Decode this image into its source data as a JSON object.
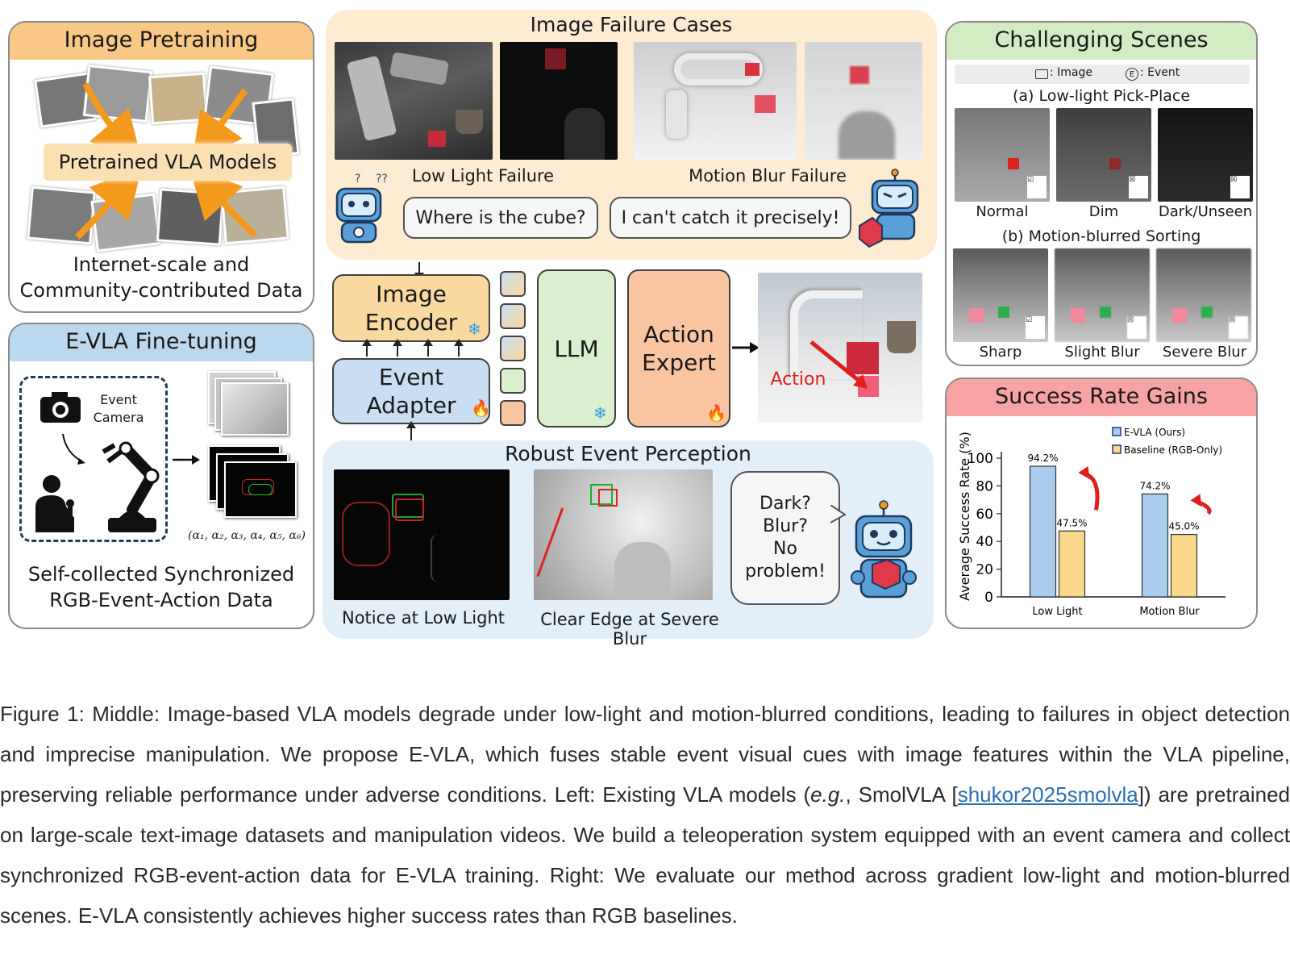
{
  "panels": {
    "image_pretraining": {
      "header": "Image Pretraining",
      "center_label": "Pretrained VLA Models",
      "footer": [
        "Internet-scale and",
        "Community-contributed Data"
      ]
    },
    "fine_tuning": {
      "header": "E-VLA Fine-tuning",
      "camera_label": [
        "Event",
        "Camera"
      ],
      "actions": "(α₁, α₂, α₃, α₄, α₅, α₆)",
      "footer": [
        "Self-collected Synchronized",
        "RGB-Event-Action Data"
      ]
    },
    "failure_cases": {
      "header": "Image Failure Cases",
      "low_light_label": "Low Light Failure",
      "motion_blur_label": "Motion Blur Failure",
      "bubble_left": "Where is the cube?",
      "bubble_right": "I can't catch it precisely!"
    },
    "pipeline": {
      "image_encoder": [
        "Image",
        "Encoder"
      ],
      "event_adapter": [
        "Event",
        "Adapter"
      ],
      "llm": "LLM",
      "action_expert": [
        "Action",
        "Expert"
      ],
      "action_label": "Action"
    },
    "robust_perception": {
      "header": "Robust Event Perception",
      "label_left": "Notice at Low Light",
      "label_right": "Clear Edge at Severe Blur",
      "bubble": [
        "Dark?",
        "Blur?",
        "No",
        "problem!"
      ]
    },
    "challenging_scenes": {
      "header": "Challenging Scenes",
      "legend_image": ": Image",
      "legend_event": ": Event",
      "section_a": "(a) Low-light Pick-Place",
      "a_labels": [
        "Normal",
        "Dim",
        "Dark/Unseen"
      ],
      "section_b": "(b) Motion-blurred Sorting",
      "b_labels": [
        "Sharp",
        "Slight Blur",
        "Severe Blur"
      ]
    },
    "success_rate": {
      "header": "Success Rate Gains"
    }
  },
  "chart_data": {
    "type": "bar",
    "title": "Success Rate Gains",
    "categories": [
      "Low Light",
      "Motion Blur"
    ],
    "series": [
      {
        "name": "E-VLA (Ours)",
        "values": [
          94.2,
          74.2
        ],
        "color": "#a9cdee"
      },
      {
        "name": "Baseline (RGB-Only)",
        "values": [
          47.5,
          45.0
        ],
        "color": "#fbd78c"
      }
    ],
    "data_labels": [
      [
        "94.2%",
        "74.2%"
      ],
      [
        "47.5%",
        "45.0%"
      ]
    ],
    "ylabel": "Average Success Rate (%)",
    "xlabel": "",
    "ylim": [
      0,
      100
    ],
    "yticks": [
      0,
      20,
      40,
      60,
      80,
      100
    ],
    "legend": "top-right",
    "grid": false
  },
  "caption": {
    "text_1": "Figure 1:  Middle: Image-based VLA models degrade under low-light and motion-blurred conditions, leading to failures in object detection and imprecise manipulation. We propose E-VLA, which fuses stable event visual cues with image features within the VLA pipeline, preserving reliable performance under adverse conditions. Left: Existing VLA models (",
    "eg": "e.g.",
    "text_2": ", SmolVLA [",
    "link": "shukor2025smolvla",
    "text_3": "]) are pretrained on large-scale text-image datasets and manipulation videos. We build a teleoperation system equipped with an event camera and collect synchronized RGB-event-action data for E-VLA training. Right: We evaluate our method across gradient low-light and motion-blurred scenes. E-VLA consistently achieves higher success rates than RGB baselines."
  },
  "colors": {
    "orange_header": "#f9c886",
    "blue_header": "#bcd8ef",
    "green_header": "#d3ecc4",
    "red_header": "#f7a3a3",
    "failure_bg": "#fdebd2",
    "perception_bg": "#e2eef8",
    "encoder_fill": "#fad9a0",
    "adapter_fill": "#c9def2",
    "llm_fill": "#d9efcd",
    "expert_fill": "#f9c5a0"
  }
}
